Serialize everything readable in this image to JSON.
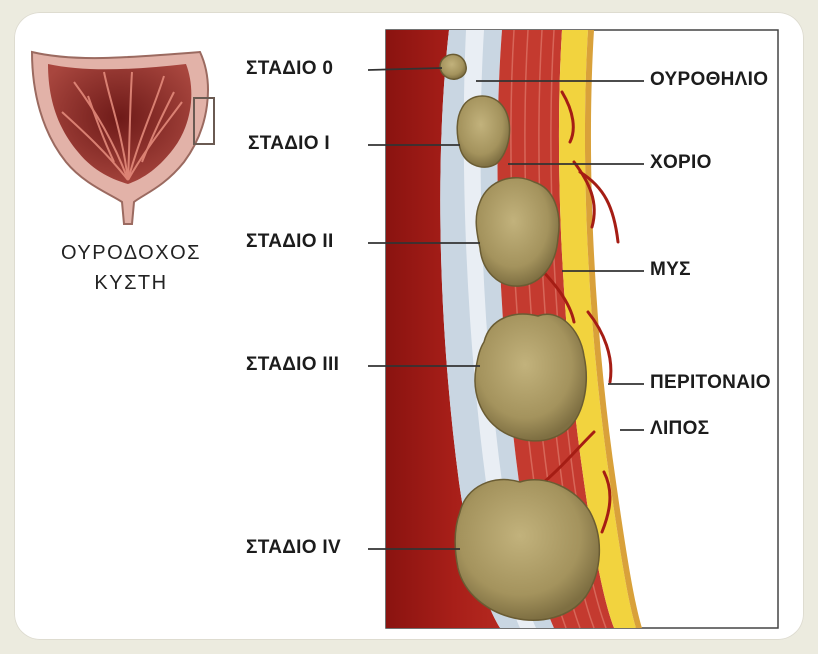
{
  "bladder_label": {
    "line1": "ΟΥΡΟΔΟΧΟΣ",
    "line2": "ΚΥΣΤΗ"
  },
  "stages": [
    "ΣΤΑΔΙΟ 0",
    "ΣΤΑΔΙΟ Ι",
    "ΣΤΑΔΙΟ ΙΙ",
    "ΣΤΑΔΙΟ ΙΙΙ",
    "ΣΤΑΔΙΟ ΙV"
  ],
  "layers": [
    "ΟΥΡΟΘΗΛΙΟ",
    "ΧΟΡΙΟ",
    "ΜΥΣ",
    "ΠΕΡΙΤΟΝΑΙΟ",
    "ΛΙΠΟΣ"
  ],
  "colors": {
    "lumen": "#9e1a16",
    "urothelium": "#c7d4df",
    "muscle": "#c63a2e",
    "fat": "#f1d23c",
    "tumor": "#a89a66",
    "leader": "#333333"
  }
}
